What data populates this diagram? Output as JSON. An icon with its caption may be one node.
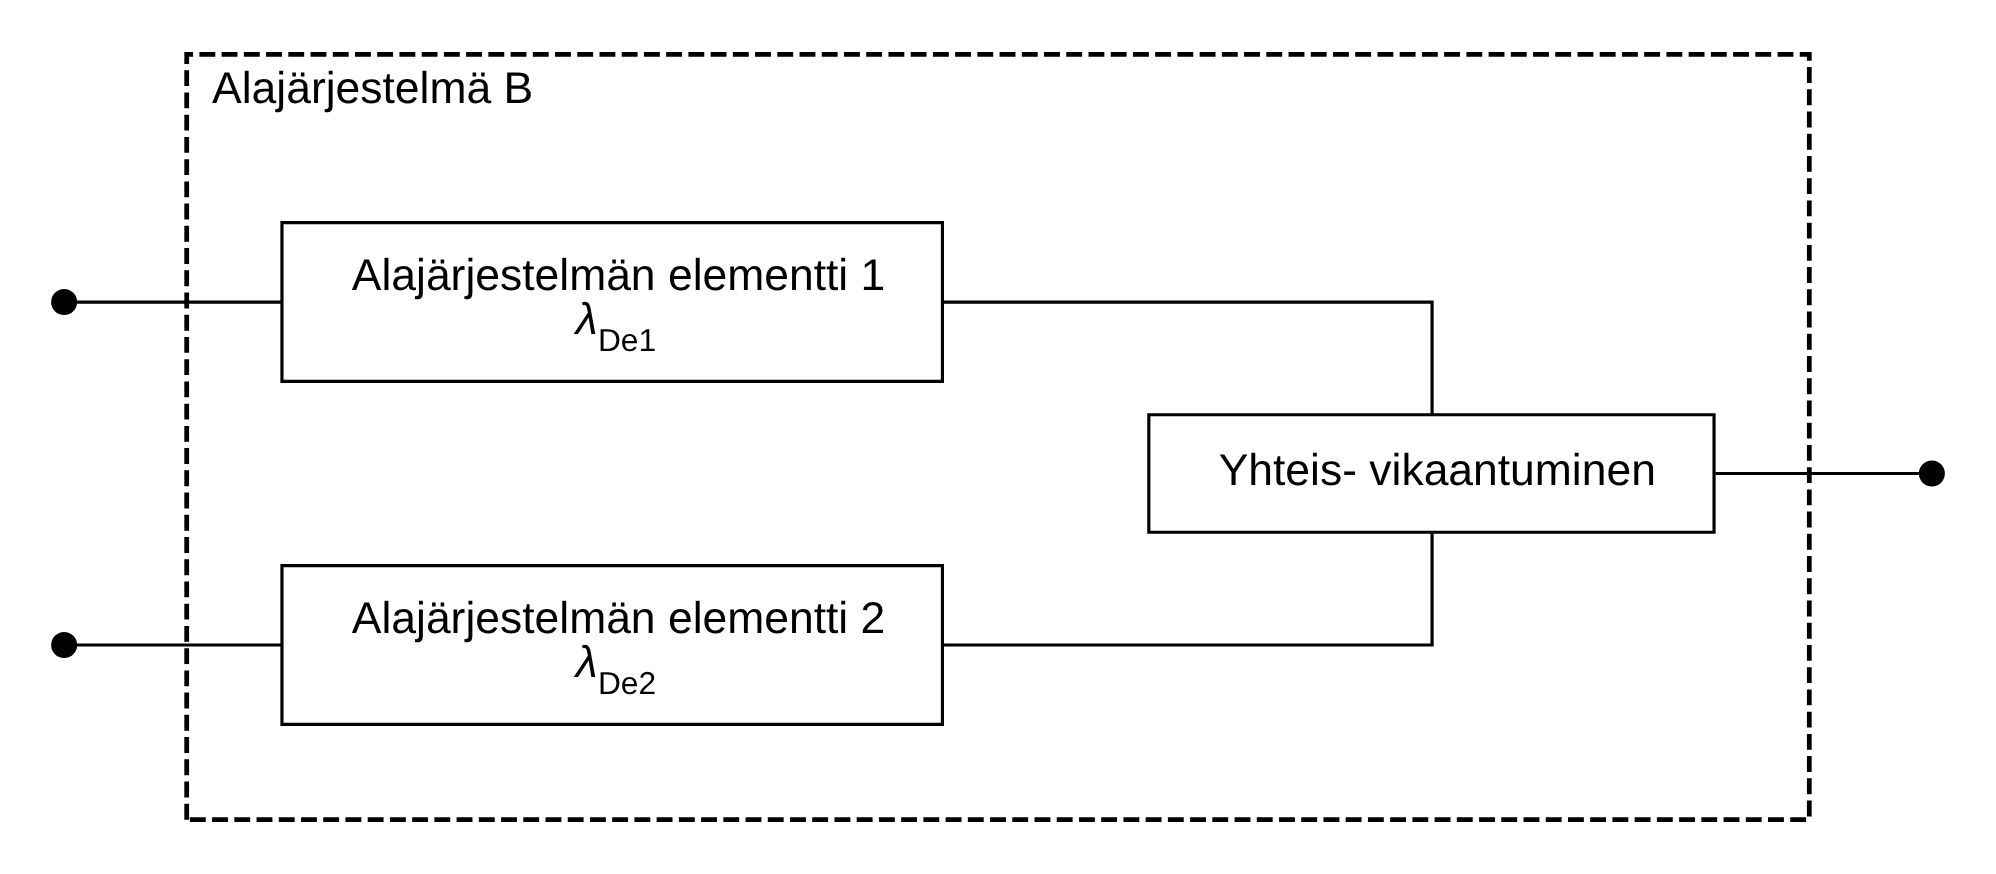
{
  "diagram": {
    "nodes": [
      {
        "text": [
          "Alajärjestelmä B"
        ]
      },
      {
        "text": [
          "Alajärjestelmän elementti 1",
          "*λ*$_{De1}$"
        ],
        "in": 0
      },
      {
        "text": [
          "Alajärjestelmän elementti 2",
          "*λ*$_{De2}$"
        ],
        "in": 0
      },
      {
        "text": [
          "Yhteis- vikaantuminen"
        ],
        "in": 0
      },
      {
        "text": [],
        "shape": "circle"
      },
      {
        "text": [],
        "shape": "circle"
      },
      {
        "text": [],
        "shape": "circle"
      }
    ],
    "edges": [
      {
        "from": 4,
        "to": 1,
        "arrow": "none"
      },
      {
        "from": 5,
        "to": 2,
        "arrow": "none"
      },
      {
        "from": 1,
        "to": 3,
        "arrow": "none"
      },
      {
        "from": 2,
        "to": 3,
        "arrow": "none"
      },
      {
        "from": 3,
        "to": 6,
        "arrow": "none"
      }
    ]
  }
}
